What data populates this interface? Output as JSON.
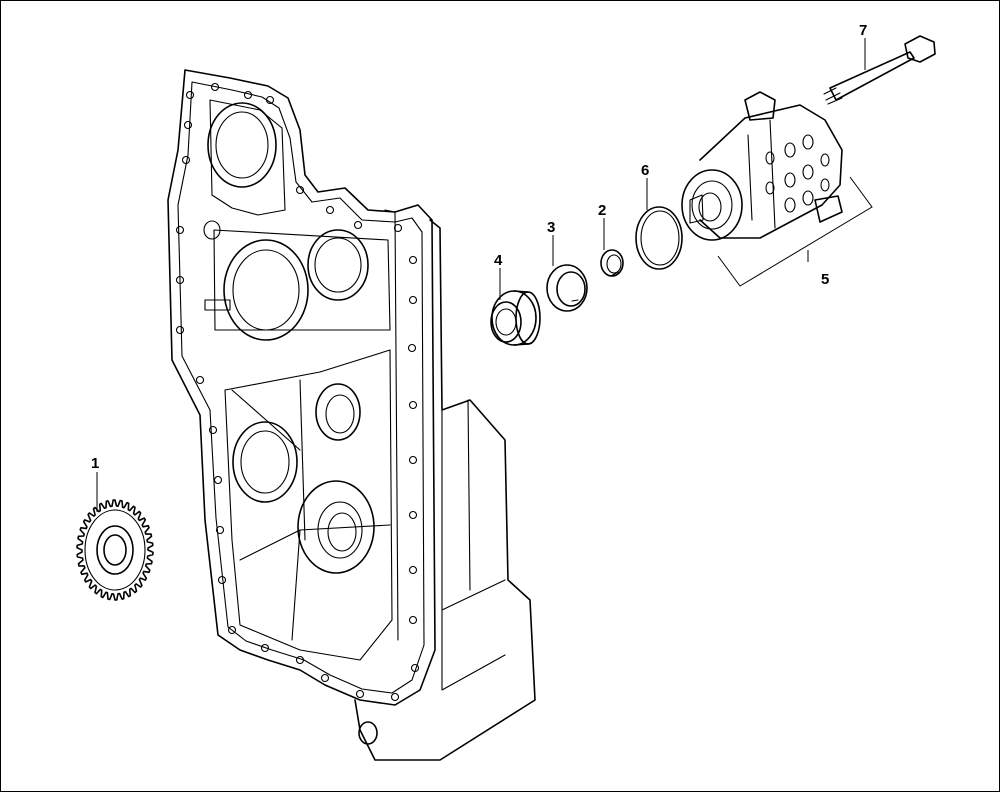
{
  "diagram": {
    "callouts": [
      {
        "id": "1",
        "part": "gear"
      },
      {
        "id": "2",
        "part": "snap-ring"
      },
      {
        "id": "3",
        "part": "retaining-ring"
      },
      {
        "id": "4",
        "part": "bearing"
      },
      {
        "id": "5",
        "part": "hydraulic-distributor-assembly"
      },
      {
        "id": "6",
        "part": "o-ring"
      },
      {
        "id": "7",
        "part": "bolt"
      }
    ]
  }
}
